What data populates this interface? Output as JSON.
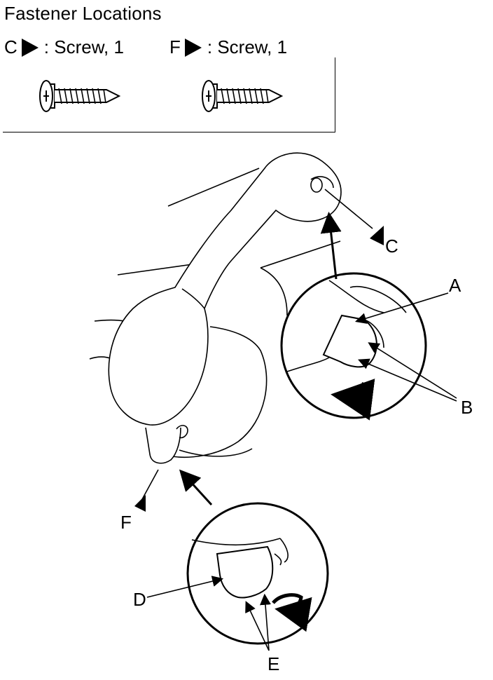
{
  "title": "Fastener Locations",
  "legend": [
    {
      "letter": "C",
      "desc": ": Screw, 1",
      "icon": "screw-icon"
    },
    {
      "letter": "F",
      "desc": ": Screw, 1",
      "icon": "screw-icon"
    }
  ],
  "callouts": {
    "a": "A",
    "b": "B",
    "c": "C",
    "d": "D",
    "e": "E",
    "f": "F"
  },
  "colors": {
    "line": "#000000",
    "background": "#ffffff"
  }
}
